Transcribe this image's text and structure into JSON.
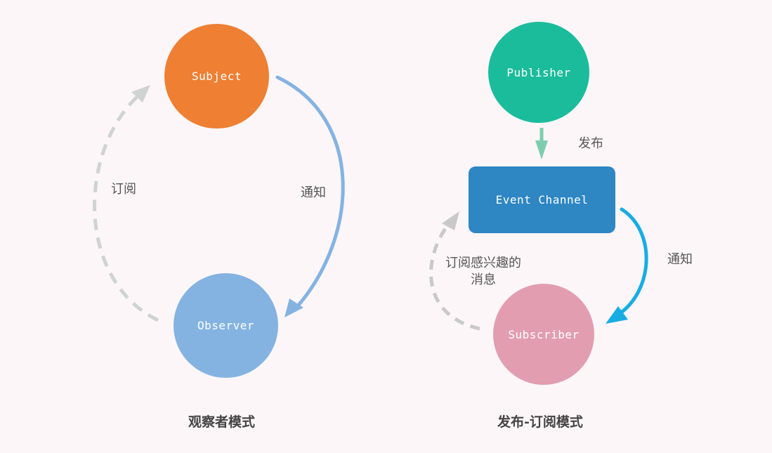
{
  "observer_pattern": {
    "caption": "观察者模式",
    "nodes": {
      "subject": {
        "label": "Subject",
        "color": "#ee7f33"
      },
      "observer": {
        "label": "Observer",
        "color": "#84b3e2"
      }
    },
    "edges": {
      "notify": {
        "label": "通知",
        "color": "#84b3e2",
        "style": "solid"
      },
      "subscribe": {
        "label": "订阅",
        "color": "#cfd3d1",
        "style": "dashed"
      }
    }
  },
  "pubsub_pattern": {
    "caption": "发布-订阅模式",
    "nodes": {
      "publisher": {
        "label": "Publisher",
        "color": "#1bbc9b"
      },
      "event_channel": {
        "label": "Event Channel",
        "color": "#2e86c3"
      },
      "subscriber": {
        "label": "Subscriber",
        "color": "#e29db1"
      }
    },
    "edges": {
      "publish": {
        "label": "发布",
        "color": "#7ecdb0",
        "style": "solid"
      },
      "notify": {
        "label": "通知",
        "color": "#17ade3",
        "style": "solid"
      },
      "subscribe": {
        "label_line1": "订阅感兴趣的",
        "label_line2": "消息",
        "color": "#c9c9c9",
        "style": "dashed"
      }
    }
  }
}
